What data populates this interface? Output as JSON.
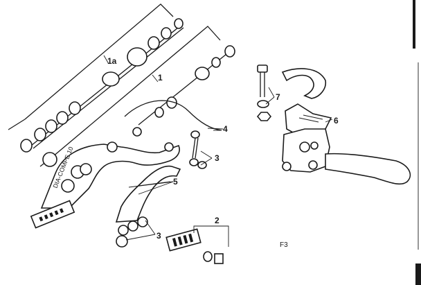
{
  "diagram": {
    "callouts": {
      "assembly_1a": "1a",
      "axle_1": "1",
      "cable_4": "4",
      "bolt_3_upper": "3",
      "arms_5": "5",
      "bolt_3_lower": "3",
      "pad_2": "2",
      "clip_7": "7",
      "lever_6": "6"
    },
    "arm_marking": "DIA-COMPE 10",
    "figure_label": "F3",
    "colors": {
      "ink": "#1a1a1a",
      "paper": "#ffffff"
    }
  }
}
